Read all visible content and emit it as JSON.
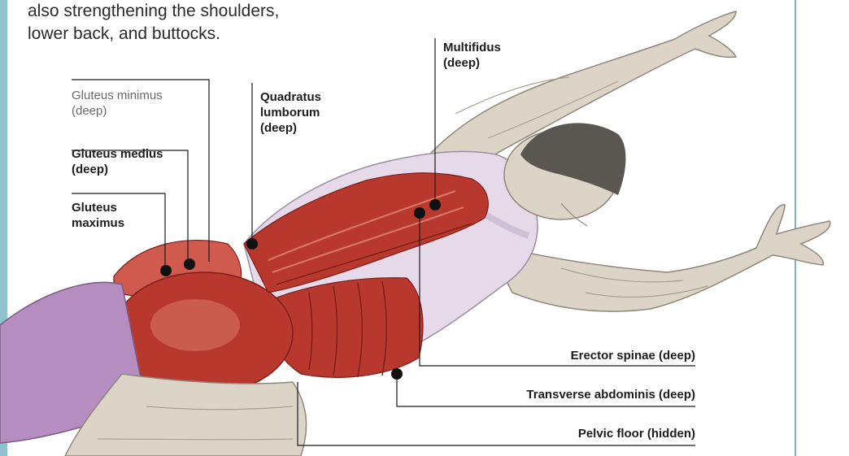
{
  "intro": {
    "lines": [
      "also strengthening the shoulders,",
      "lower back, and buttocks."
    ]
  },
  "labels": {
    "gluteus_minimus": [
      "Gluteus minimus",
      "(deep)"
    ],
    "gluteus_medius": [
      "Gluteus medius",
      "(deep)"
    ],
    "gluteus_maximus": [
      "Gluteus",
      "maximus"
    ],
    "quadratus_lumborum": [
      "Quadratus",
      "lumborum",
      "(deep)"
    ],
    "multifidus": [
      "Multifidus",
      "(deep)"
    ],
    "erector_spinae": "Erector spinae (deep)",
    "transverse_abdominis": "Transverse abdominis (deep)",
    "pelvic_floor": "Pelvic floor (hidden)"
  },
  "colors": {
    "muscle": "#b8382d",
    "muscle_dark": "#7e1f1a",
    "muscle_light": "#d9786b",
    "skin": "#dcd4c6",
    "skin_shade": "#a9a093",
    "shirt": "#d9c3e0",
    "shorts": "#a97cb6",
    "hair": "#5a5750",
    "leader": "#1a1a1a",
    "frame": "#7fb6c6",
    "left_strip": "#8fc1cf"
  }
}
